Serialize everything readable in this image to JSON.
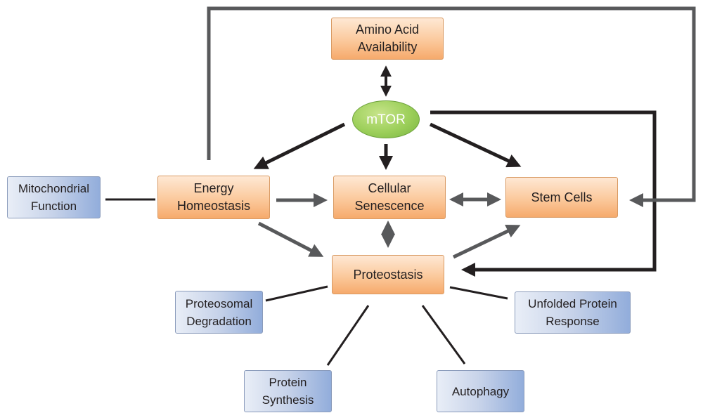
{
  "colors": {
    "dark_arrow": "#231f20",
    "gray_arrow": "#58595b",
    "core_fill": "#fbc99c",
    "periphery_fill": "#c6d2e9",
    "hub_fill": "#9ccf5a"
  },
  "nodes": {
    "amino_acid": "Amino Acid\nAvailability",
    "mtor": "mTOR",
    "energy": "Energy\nHomeostasis",
    "senescence": "Cellular\nSenescence",
    "stem_cells": "Stem Cells",
    "proteostasis": "Proteostasis",
    "mitochondrial": "Mitochondrial\nFunction",
    "proteosomal": "Proteosomal\nDegradation",
    "unfolded": "Unfolded Protein\nResponse",
    "synthesis": "Protein\nSynthesis",
    "autophagy": "Autophagy"
  }
}
